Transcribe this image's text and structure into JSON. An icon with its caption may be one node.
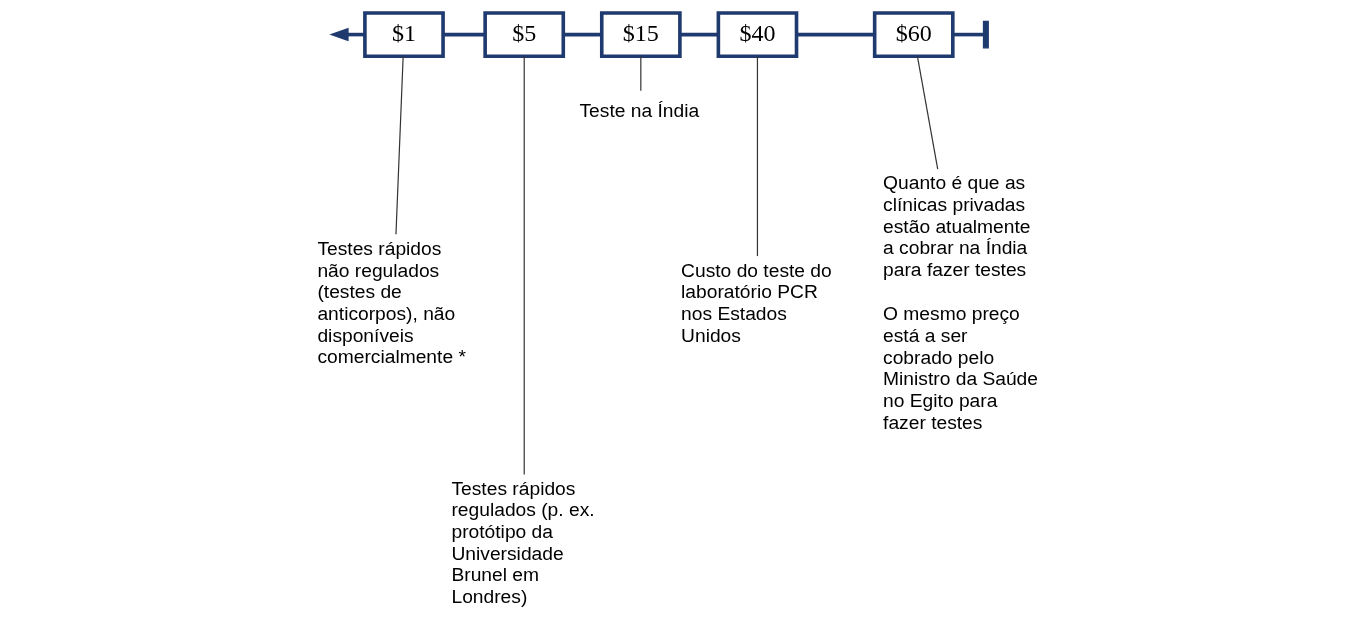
{
  "diagram": {
    "nodes": [
      {
        "text": [
          "$1"
        ]
      },
      {
        "text": [
          "$5"
        ]
      },
      {
        "text": [
          "$15"
        ]
      },
      {
        "text": [
          "$40"
        ]
      },
      {
        "text": [
          "$60"
        ]
      },
      {
        "text": [
          "Testes rápidos não regulados (testes de anticorpos), não disponíveis comercialmente *"
        ]
      },
      {
        "text": [
          "Testes rápidos regulados (p. ex. protótipo da Universidade Brunel em Londres)"
        ]
      },
      {
        "text": [
          "Teste na Índia"
        ]
      },
      {
        "text": [
          "Custo do teste do laboratório PCR nos Estados Unidos"
        ]
      },
      {
        "text": [
          "Quanto é que as clínicas privadas estão atualmente a cobrar na Índia para fazer testes",
          "O mesmo preço está a ser cobrado pelo Ministro da Saúde no Egito para fazer testes"
        ]
      }
    ],
    "edges": [
      {
        "from": 0,
        "to": null,
        "arrow": "to"
      },
      {
        "from": 0,
        "to": 1,
        "arrow": "none"
      },
      {
        "from": 1,
        "to": 2,
        "arrow": "none"
      },
      {
        "from": 2,
        "to": 3,
        "arrow": "none"
      },
      {
        "from": 3,
        "to": 4,
        "arrow": "none"
      },
      {
        "from": 4,
        "to": null,
        "arrow": "other"
      },
      {
        "from": 0,
        "to": 5,
        "arrow": "none",
        "color": "#333333"
      },
      {
        "from": 1,
        "to": 6,
        "arrow": "none",
        "color": "#333333"
      },
      {
        "from": 2,
        "to": 7,
        "arrow": "none",
        "color": "#333333"
      },
      {
        "from": 3,
        "to": 8,
        "arrow": "none",
        "color": "#333333"
      },
      {
        "from": 4,
        "to": 9,
        "arrow": "none",
        "color": "#333333"
      }
    ]
  }
}
